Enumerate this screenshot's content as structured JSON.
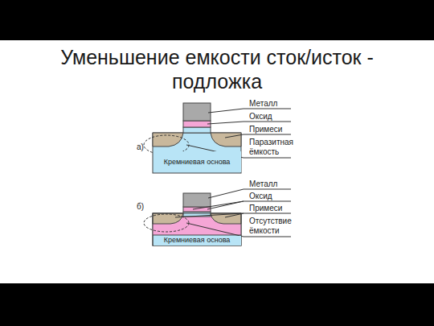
{
  "diagram": {
    "title": "Уменьшение емкости сток/исток - подложка",
    "nodes": [
      {
        "text": [
          "Кремниевая основа"
        ]
      },
      {
        "text": [
          "Кремниевая основа"
        ]
      }
    ],
    "labels": [
      "а)",
      "Металл",
      "Оксид",
      "Примеси",
      "Паразитная ёмкость",
      "б)",
      "Металл",
      "Оксид",
      "Примеси",
      "Отсутствие ёмкости"
    ]
  }
}
